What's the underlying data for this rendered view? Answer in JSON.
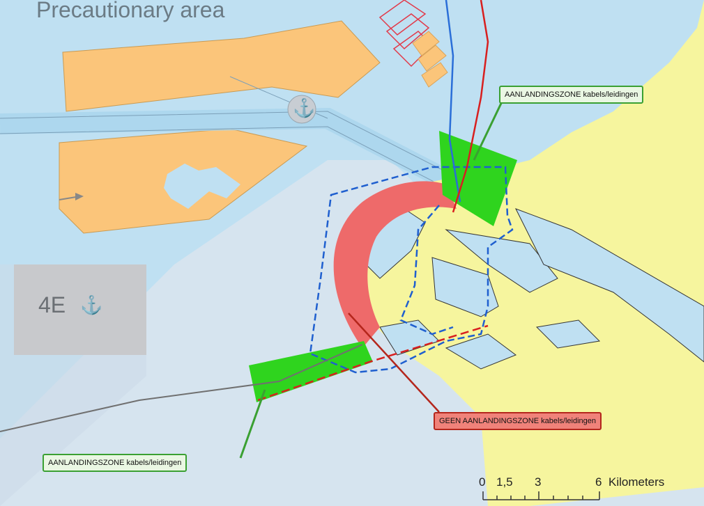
{
  "map": {
    "title": "Precautionary area",
    "anchorage_code": "4E",
    "anchor_icon": "anchor-icon",
    "colors": {
      "sea": "#bfe0f2",
      "land": "#f6f59e",
      "anchorage_area": "#fbc57a",
      "precaution_area": "#d6e4ef",
      "fairway": "#a9d4ec",
      "landing_zone": "#2fd41e",
      "no_landing_zone": "#ee6a6a",
      "cable_blue": "#2a6ed8",
      "cable_red": "#d81f1f",
      "anchorage_gray": "#c8c9cc"
    }
  },
  "callouts": {
    "landing_zone_ne": "AANLANDINGSZONE kabels/leidingen",
    "landing_zone_sw": "AANLANDINGSZONE kabels/leidingen",
    "no_landing_zone": "GEEN AANLANDINGSZONE kabels/leidingen"
  },
  "scale_bar": {
    "ticks": [
      "0",
      "1,5",
      "3",
      "6"
    ],
    "unit": "Kilometers"
  }
}
